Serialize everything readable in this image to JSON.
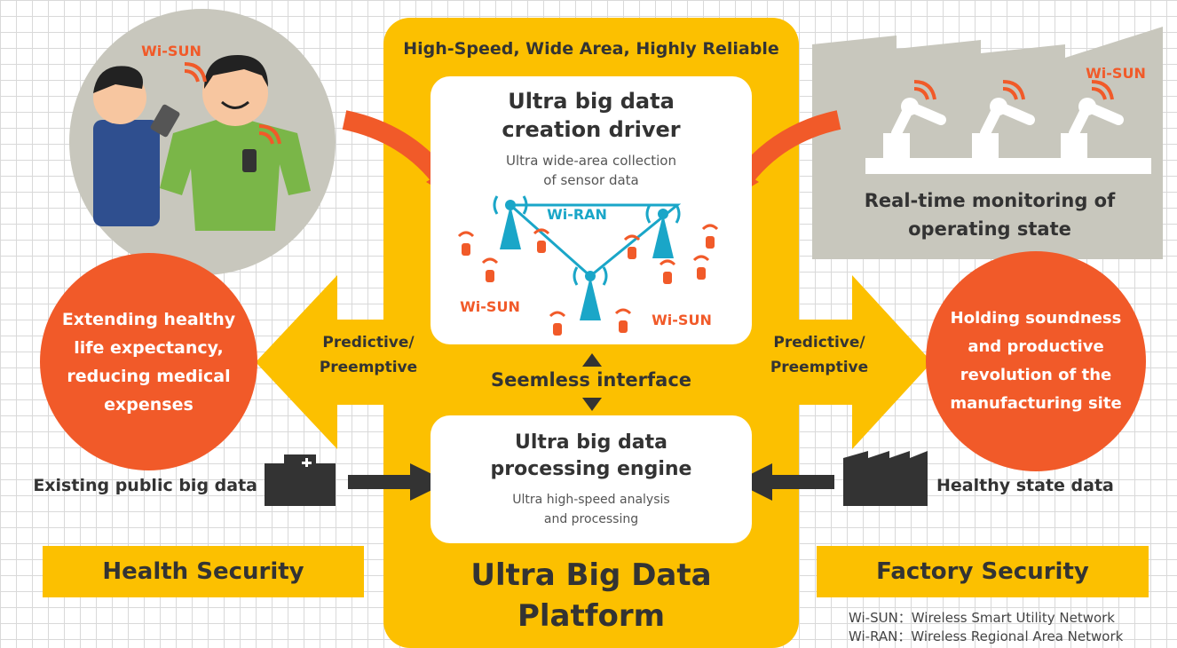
{
  "platform": {
    "top_label": "High-Speed, Wide Area, Highly Reliable",
    "title_line1": "Ultra Big Data",
    "title_line2": "Platform"
  },
  "driver": {
    "title_line1": "Ultra big data",
    "title_line2": "creation driver",
    "sub_line1": "Ultra wide-area collection",
    "sub_line2": "of sensor data",
    "wiran": "Wi-RAN",
    "wisun_left": "Wi-SUN",
    "wisun_right": "Wi-SUN"
  },
  "interface": {
    "label": "Seemless interface"
  },
  "engine": {
    "title_line1": "Ultra big data",
    "title_line2": "processing engine",
    "sub_line1": "Ultra high-speed analysis",
    "sub_line2": "and processing"
  },
  "left": {
    "wisun": "Wi-SUN",
    "predictive_line1": "Predictive/",
    "predictive_line2": "Preemptive",
    "circle_lines": [
      "Extending healthy",
      "life expectancy,",
      "reducing medical",
      "expenses"
    ],
    "public_data": "Existing public big data",
    "banner": "Health Security"
  },
  "right": {
    "wisun": "Wi-SUN",
    "monitor_line1": "Real-time monitoring of",
    "monitor_line2": "operating state",
    "predictive_line1": "Predictive/",
    "predictive_line2": "Preemptive",
    "circle_lines": [
      "Holding soundness",
      "and productive",
      "revolution of the",
      "manufacturing site"
    ],
    "healthy_data": "Healthy state data",
    "banner": "Factory Security"
  },
  "legend": {
    "line1": "Wi-SUN：Wireless Smart Utility Network",
    "line2": "Wi-RAN：Wireless Regional Area Network"
  },
  "colors": {
    "yellow": "#fcc000",
    "orange": "#f15a29",
    "teal": "#1aa6c8",
    "dark": "#333333",
    "grey_panel": "#c8c7bd"
  }
}
